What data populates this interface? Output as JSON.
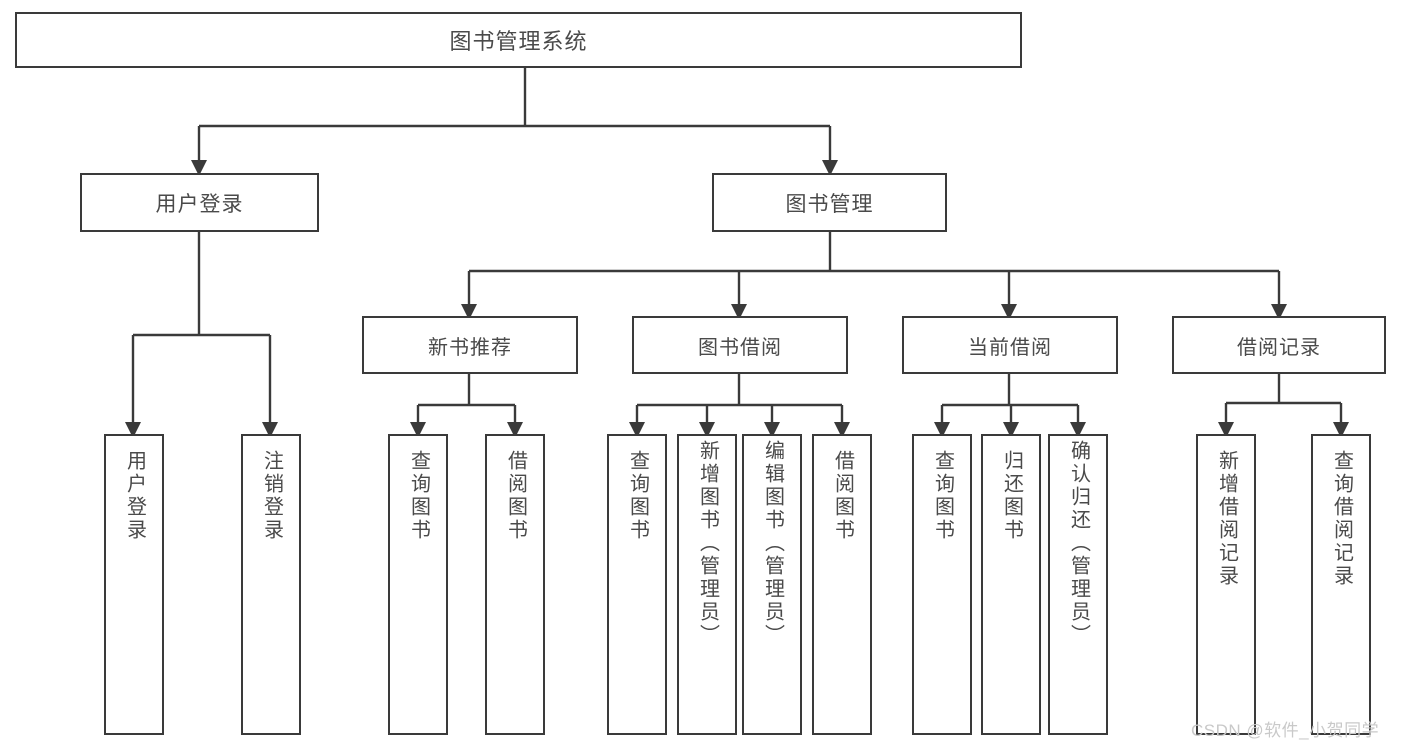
{
  "diagram": {
    "title": "图书管理系统",
    "watermark": "CSDN @软件_小贺同学",
    "colors": {
      "stroke": "#3a3a3a",
      "text": "#4a4a4a",
      "background": "#ffffff",
      "watermark": "#c9c9c9"
    },
    "root": {
      "label": "图书管理系统"
    },
    "level1": [
      {
        "label": "用户登录"
      },
      {
        "label": "图书管理"
      }
    ],
    "level2": [
      {
        "label": "新书推荐"
      },
      {
        "label": "图书借阅"
      },
      {
        "label": "当前借阅"
      },
      {
        "label": "借阅记录"
      }
    ],
    "leaves": {
      "user_login": [
        {
          "label": "用户登录"
        },
        {
          "label": "注销登录"
        }
      ],
      "new_book": [
        {
          "label": "查询图书"
        },
        {
          "label": "借阅图书"
        }
      ],
      "book_borrow": [
        {
          "label": "查询图书"
        },
        {
          "label": "新增图书（管理员）"
        },
        {
          "label": "编辑图书（管理员）"
        },
        {
          "label": "借阅图书"
        }
      ],
      "current_borrow": [
        {
          "label": "查询图书"
        },
        {
          "label": "归还图书"
        },
        {
          "label": "确认归还（管理员）"
        }
      ],
      "borrow_record": [
        {
          "label": "新增借阅记录"
        },
        {
          "label": "查询借阅记录"
        }
      ]
    }
  }
}
